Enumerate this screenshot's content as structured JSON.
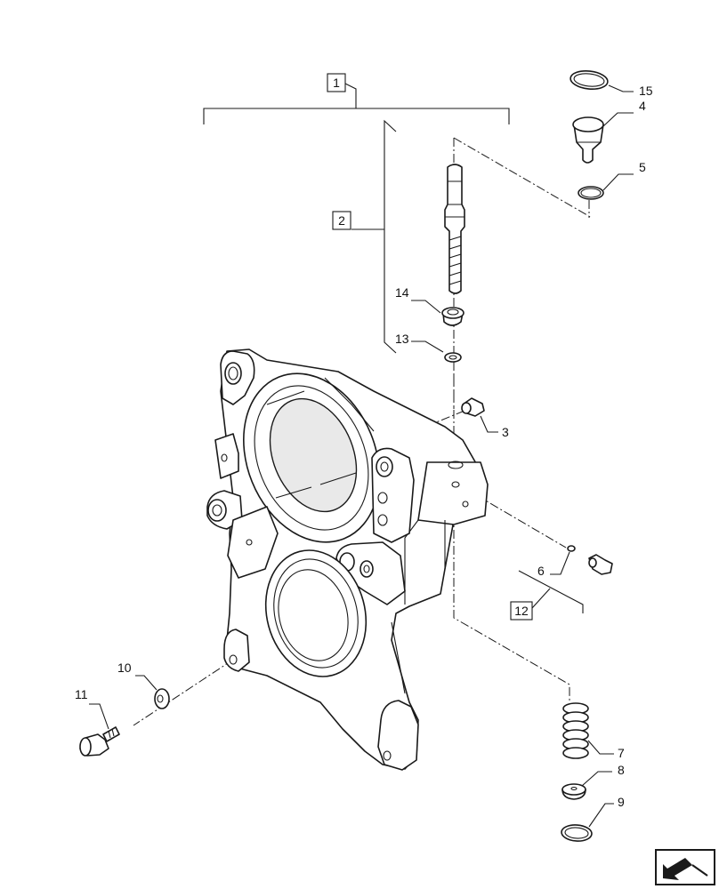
{
  "callouts": {
    "c1": "1",
    "c2": "2",
    "c3": "3",
    "c4": "4",
    "c5": "5",
    "c6": "6",
    "c7": "7",
    "c8": "8",
    "c9": "9",
    "c10": "10",
    "c11": "11",
    "c12": "12",
    "c13": "13",
    "c14": "14",
    "c15": "15"
  },
  "icons": {
    "nav": "arrow-return-icon"
  }
}
